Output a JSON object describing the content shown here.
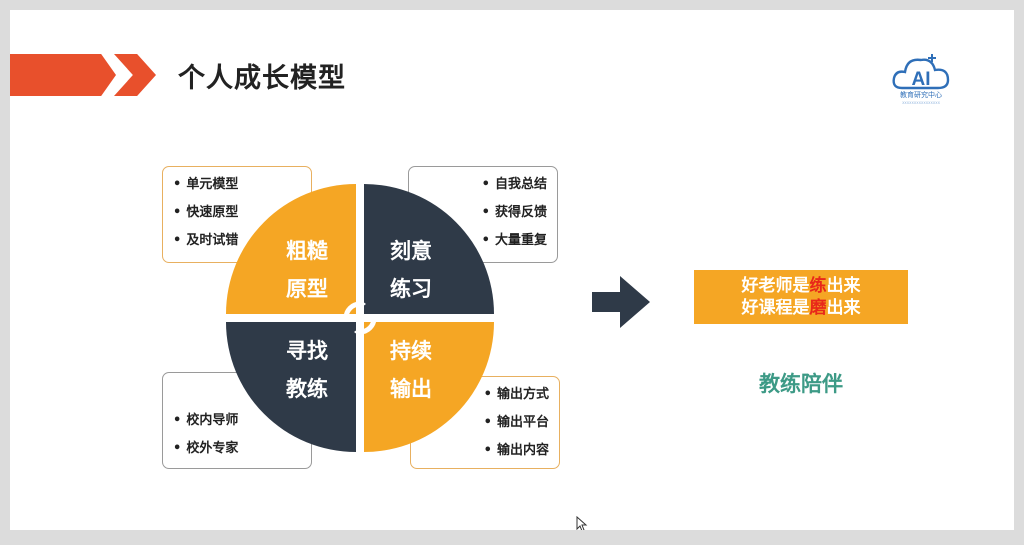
{
  "slide": {
    "title": "个人成长模型"
  },
  "logo": {
    "mark": "AI",
    "caption": "教育研究中心",
    "tagline": "xxxxxxxxxxxxxxxx"
  },
  "quadrants": {
    "top_left": {
      "line1": "粗糙",
      "line2": "原型"
    },
    "top_right": {
      "line1": "刻意",
      "line2": "练习"
    },
    "bottom_left": {
      "line1": "寻找",
      "line2": "教练"
    },
    "bottom_right": {
      "line1": "持续",
      "line2": "输出"
    }
  },
  "boxes": {
    "top_left": [
      "单元模型",
      "快速原型",
      "及时试错"
    ],
    "top_right": [
      "自我总结",
      "获得反馈",
      "大量重复"
    ],
    "bottom_left": [
      "校内导师",
      "校外专家"
    ],
    "bottom_right": [
      "输出方式",
      "输出平台",
      "输出内容"
    ]
  },
  "motto": {
    "line1": {
      "pre": "好老师是",
      "hl": "练",
      "post": "出来"
    },
    "line2": {
      "pre": "好课程是",
      "hl": "磨",
      "post": "出来"
    }
  },
  "coach_text": "教练陪伴",
  "colors": {
    "accent_orange": "#f5a624",
    "dark_navy": "#2f3a48",
    "chevron_red": "#e8502c",
    "highlight_red": "#e8281a",
    "coach_green": "#3d9a86"
  }
}
